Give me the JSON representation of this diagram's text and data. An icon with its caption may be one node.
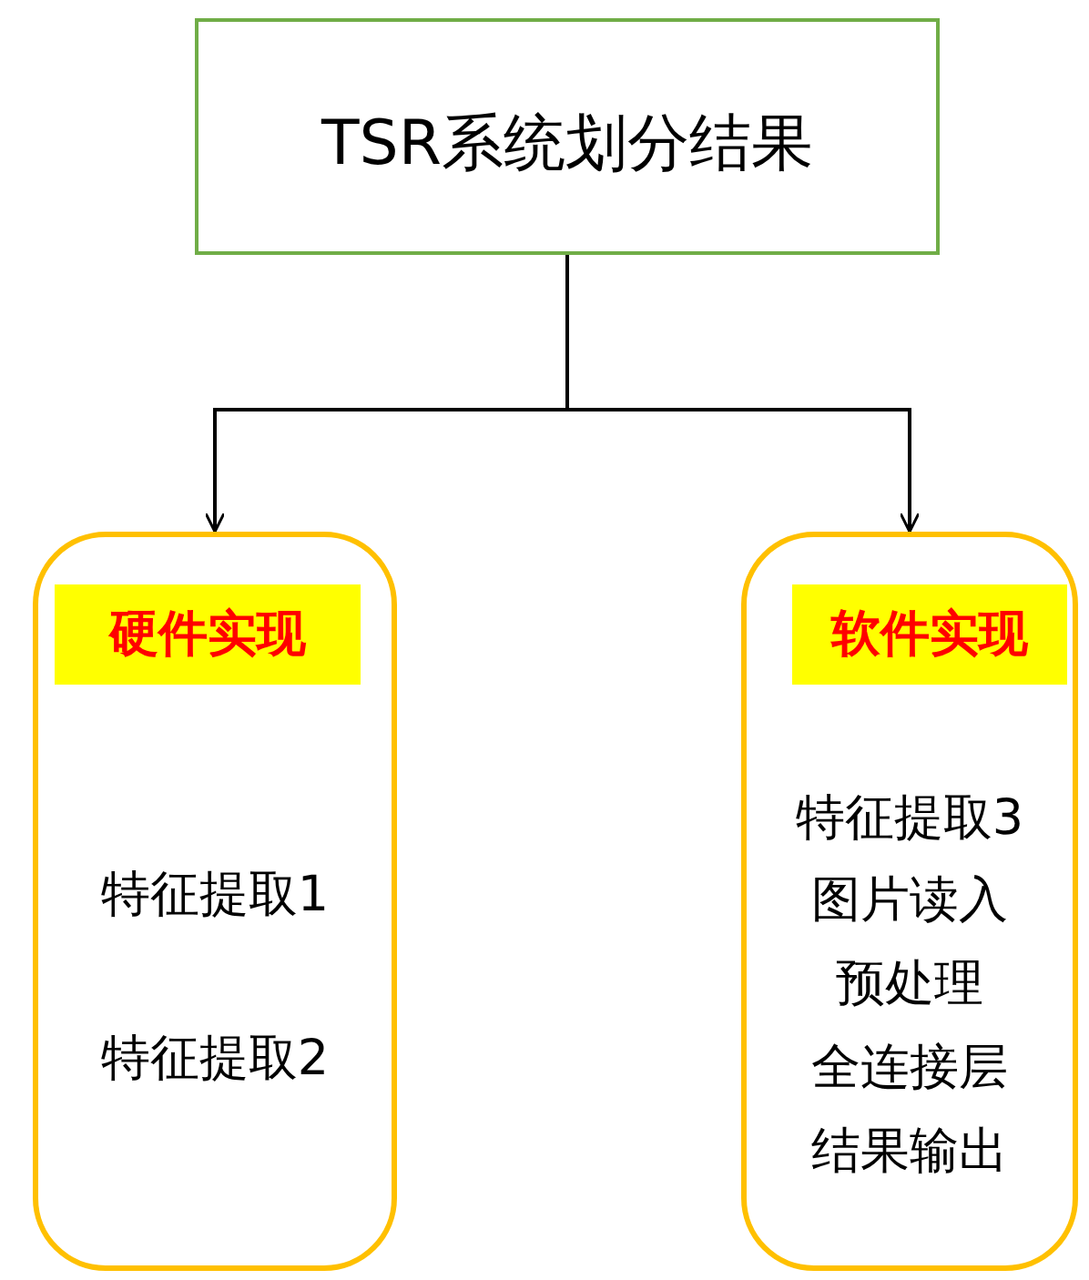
{
  "diagram": {
    "nodes": [
      {
        "text": [
          "TSR系统划分结果"
        ]
      },
      {
        "text": [
          "特征提取1",
          "特征提取2"
        ]
      },
      {
        "text": [
          "硬件实现"
        ],
        "in": 1
      },
      {
        "text": [
          "特征提取3",
          "图片读入",
          "预处理",
          "全连接层",
          "结果输出"
        ]
      },
      {
        "text": [
          "软件实现"
        ],
        "in": 3
      }
    ],
    "edges": [
      {
        "from": 0,
        "to": 1,
        "arrow": "to"
      },
      {
        "from": 0,
        "to": 3,
        "arrow": "to"
      }
    ]
  }
}
